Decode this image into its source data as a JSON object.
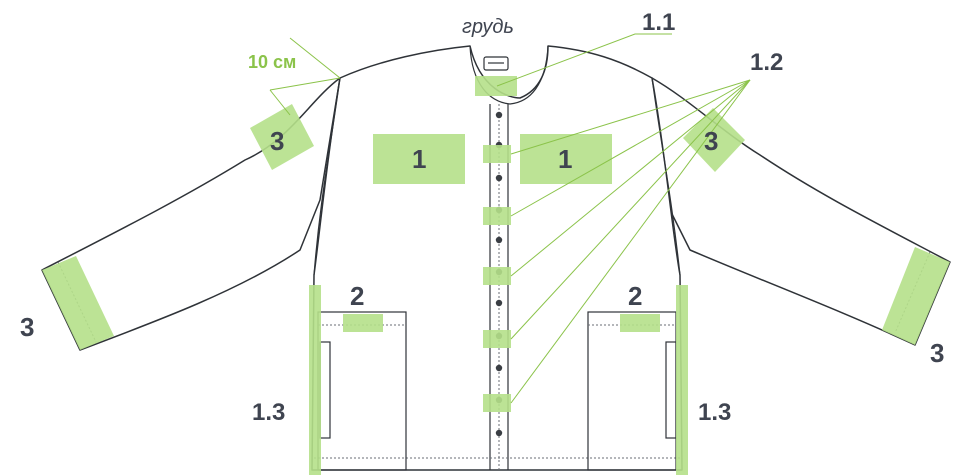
{
  "colors": {
    "zone": "#b5e08a",
    "leader": "#8bc34a",
    "label": "#3f4450",
    "accent_text": "#8bc34a",
    "outline": "#2f3338"
  },
  "caption": "грудь",
  "dimension": "10 см",
  "zones": {
    "z1_1": "1.1",
    "z1_2": "1.2",
    "z1_left": "1",
    "z1_right": "1",
    "z2_left": "2",
    "z2_right": "2",
    "z3_left_shoulder": "3",
    "z3_right_shoulder": "3",
    "z3_left_cuff": "3",
    "z3_right_cuff": "3",
    "z1_3_left": "1.3",
    "z1_3_right": "1.3"
  }
}
